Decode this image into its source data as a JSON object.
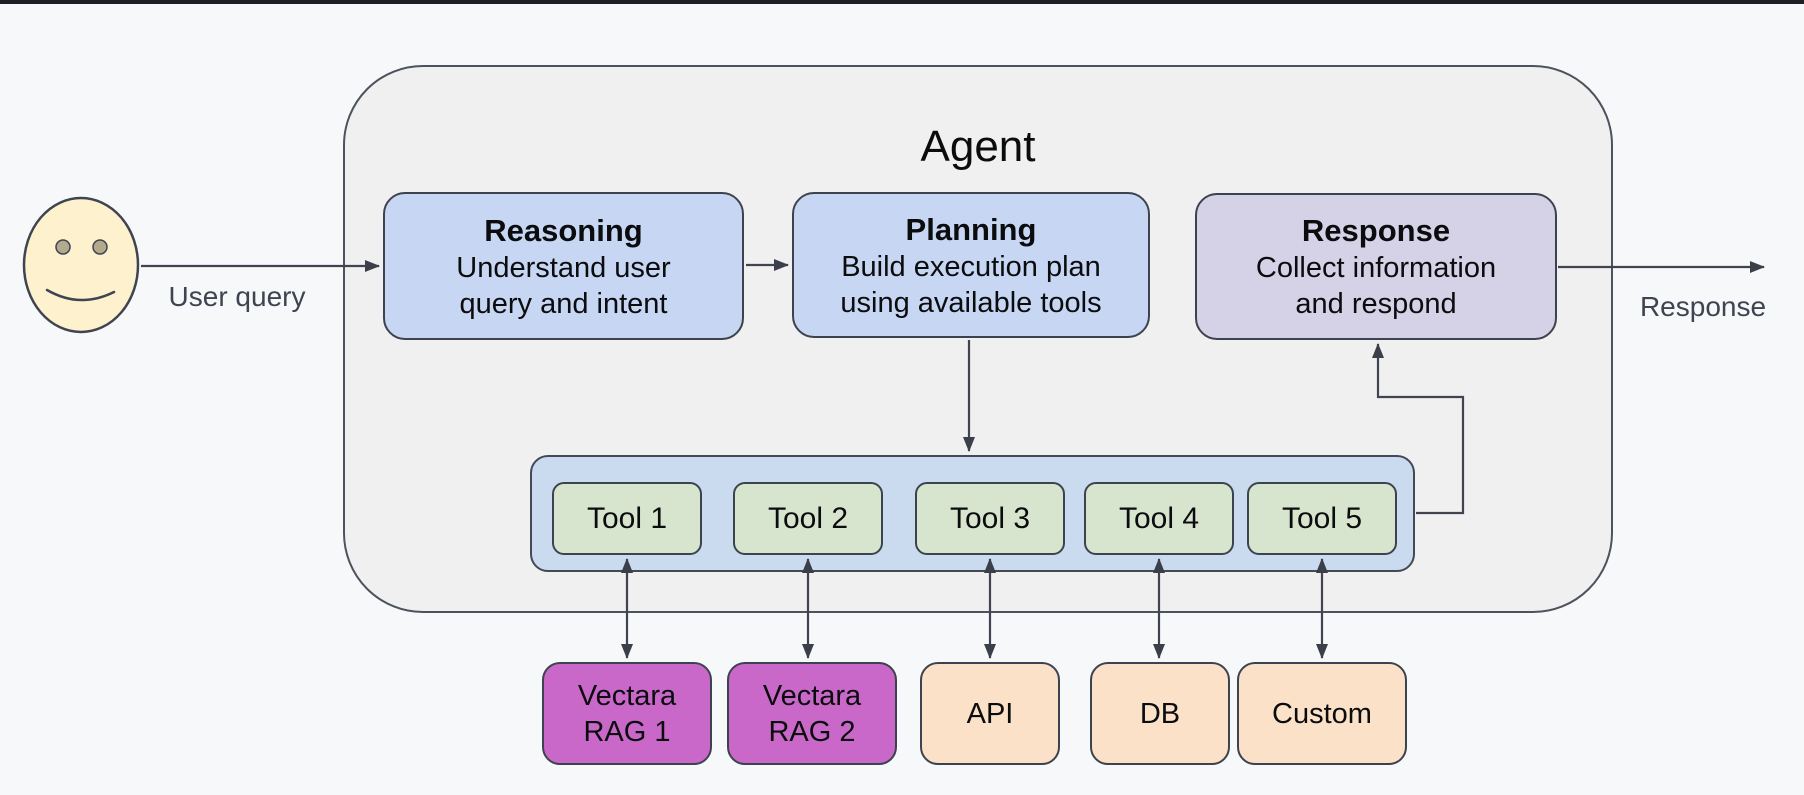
{
  "agent": {
    "title": "Agent"
  },
  "actor": {
    "icon": "smiley-face",
    "query_label": "User query"
  },
  "output": {
    "response_label": "Response"
  },
  "stages": [
    {
      "title": "Reasoning",
      "lines": [
        "Understand user",
        "query and intent"
      ]
    },
    {
      "title": "Planning",
      "lines": [
        "Build execution plan",
        "using available tools"
      ]
    },
    {
      "title": "Response",
      "lines": [
        "Collect information",
        "and respond"
      ]
    }
  ],
  "tools": [
    {
      "label": "Tool 1"
    },
    {
      "label": "Tool 2"
    },
    {
      "label": "Tool 3"
    },
    {
      "label": "Tool 4"
    },
    {
      "label": "Tool 5"
    }
  ],
  "resources": [
    {
      "lines": [
        "Vectara",
        "RAG 1"
      ]
    },
    {
      "lines": [
        "Vectara",
        "RAG 2"
      ]
    },
    {
      "lines": [
        "API"
      ]
    },
    {
      "lines": [
        "DB"
      ]
    },
    {
      "lines": [
        "Custom"
      ]
    }
  ],
  "colors": {
    "background": "#f7f8fa",
    "agent_fill": "#f0f0f0",
    "stage_blue": "#c7d6f2",
    "stage_purple": "#d5d1e6",
    "tools_strip_blue": "#cadaef",
    "tool_green": "#d7e5ce",
    "vectara_magenta": "#c968c9",
    "resource_peach": "#fae1c8",
    "smiley_yellow": "#fdf2cd",
    "line_dark": "#3f4450"
  }
}
